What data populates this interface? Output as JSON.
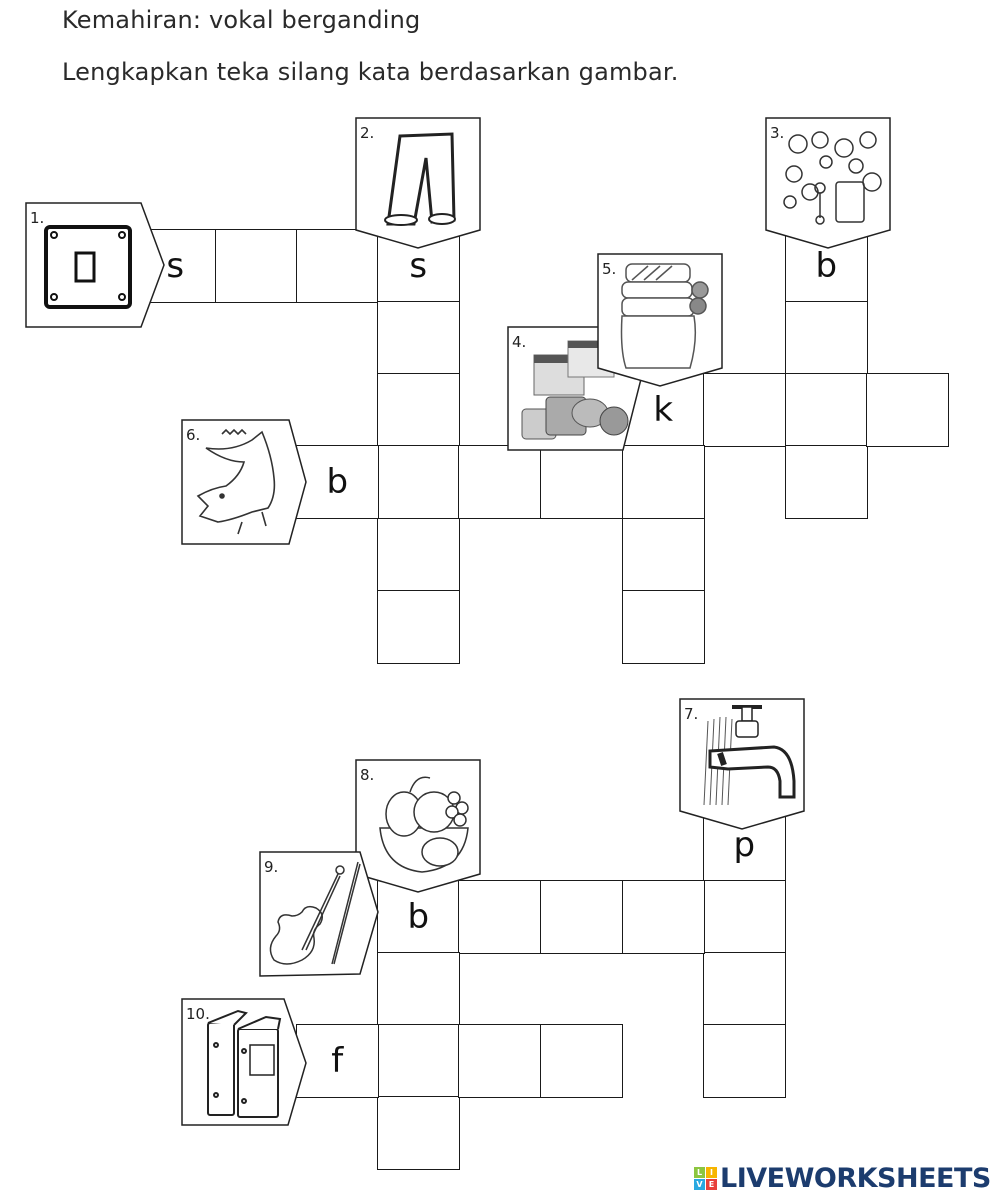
{
  "header": {
    "skill": "Kemahiran: vokal berganding",
    "instruction": "Lengkapkan teka silang kata berdasarkan gambar."
  },
  "clues": [
    {
      "number": "1.",
      "picture": "light-switch",
      "direction": "across",
      "first_letter": "s",
      "length": 4
    },
    {
      "number": "2.",
      "picture": "trousers",
      "direction": "down",
      "first_letter": "s",
      "length": 6
    },
    {
      "number": "3.",
      "picture": "soap-bubbles",
      "direction": "down",
      "first_letter": "b",
      "length": 4
    },
    {
      "number": "4.",
      "picture": "layered-cake-and-food",
      "direction": "down",
      "first_letter": "",
      "length": 1
    },
    {
      "number": "5.",
      "picture": "rolled-cloth",
      "direction": "down",
      "first_letter": "k",
      "length": 4
    },
    {
      "number": "6.",
      "picture": "crocodile",
      "direction": "across",
      "first_letter": "b",
      "length": 4
    },
    {
      "number": "7.",
      "picture": "water-tap",
      "direction": "down",
      "first_letter": "p",
      "length": 4
    },
    {
      "number": "8.",
      "picture": "fruit-bowl",
      "direction": "down",
      "first_letter": "b",
      "length": 4
    },
    {
      "number": "9.",
      "picture": "violin",
      "direction": "across",
      "first_letter": "b",
      "length": 5
    },
    {
      "number": "10.",
      "picture": "ring-binder-files",
      "direction": "across",
      "first_letter": "f",
      "length": 4
    }
  ],
  "letters": {
    "c1": "s",
    "c2": "s",
    "c3": "b",
    "c5": "k",
    "c6": "b",
    "c7": "p",
    "c9": "b",
    "c10": "f"
  },
  "footer": {
    "brand": "LIVEWORKSHEETS",
    "tiles": [
      "L",
      "I",
      "V",
      "E"
    ],
    "tile_colors": [
      "#8cc63f",
      "#f7b500",
      "#29a8e0",
      "#e8403a"
    ],
    "brand_color": "#1c3c6e"
  }
}
